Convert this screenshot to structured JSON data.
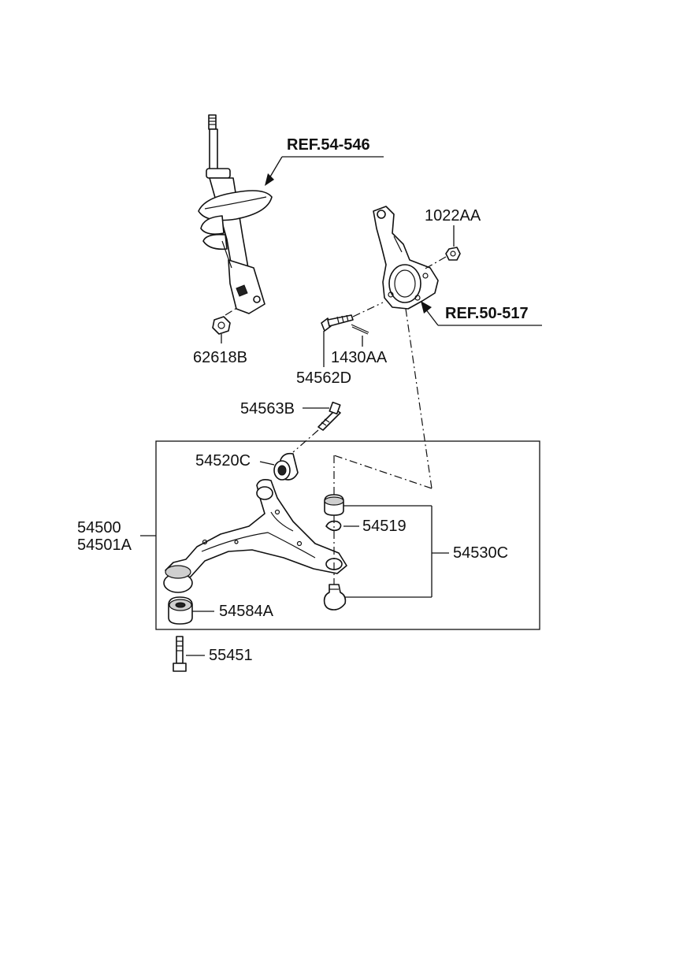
{
  "labels": {
    "ref_strut": "REF.54-546",
    "ref_knuckle": "REF.50-517",
    "nut_knuckle": "1022AA",
    "nut_strut": "62618B",
    "pin": "1430AA",
    "bolt_knuckle": "54562D",
    "bolt_arm": "54563B",
    "bushing_front": "54520C",
    "arm_line1": "54500",
    "arm_line2": "54501A",
    "snap_ring": "54519",
    "ball_joint_kit": "54530C",
    "bushing_rear": "54584A",
    "bolt_bottom": "55451"
  }
}
